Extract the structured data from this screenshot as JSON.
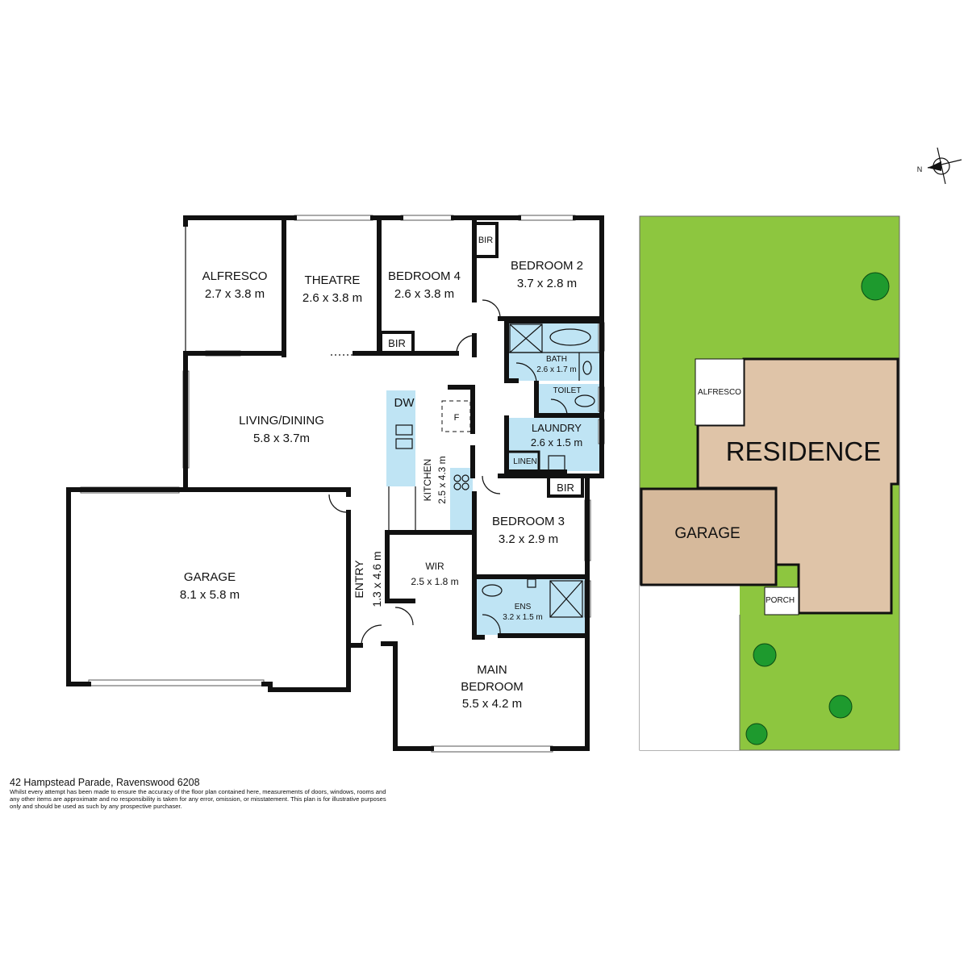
{
  "compass": {
    "label": "N"
  },
  "rooms": {
    "alfresco": {
      "name": "ALFRESCO",
      "size": "2.7 x 3.8 m"
    },
    "theatre": {
      "name": "THEATRE",
      "size": "2.6 x 3.8 m"
    },
    "bedroom4": {
      "name": "BEDROOM 4",
      "size": "2.6 x 3.8 m"
    },
    "bedroom2": {
      "name": "BEDROOM 2",
      "size": "3.7 x 2.8 m"
    },
    "bath": {
      "name": "BATH",
      "size": "2.6 x 1.7 m"
    },
    "toilet": {
      "name": "TOILET"
    },
    "laundry": {
      "name": "LAUNDRY",
      "size": "2.6 x 1.5 m"
    },
    "linen": {
      "name": "LINEN"
    },
    "living": {
      "name": "LIVING/DINING",
      "size": "5.8 x 3.7m"
    },
    "kitchen": {
      "name": "KITCHEN",
      "size": "2.5 x 4.3 m"
    },
    "dw": {
      "name": "DW"
    },
    "fridge": {
      "name": "F"
    },
    "garage": {
      "name": "GARAGE",
      "size": "8.1 x 5.8 m"
    },
    "entry": {
      "name": "ENTRY",
      "size": "1.3 x 4.6 m"
    },
    "wir": {
      "name": "WIR",
      "size": "2.5 x 1.8 m"
    },
    "bedroom3": {
      "name": "BEDROOM 3",
      "size": "3.2 x 2.9 m"
    },
    "ens": {
      "name": "ENS",
      "size": "3.2 x 1.5 m"
    },
    "main": {
      "name1": "MAIN",
      "name2": "BEDROOM",
      "size": "5.5 x 4.2 m"
    },
    "bir": "BIR"
  },
  "site": {
    "alfresco": "ALFRESCO",
    "residence": "RESIDENCE",
    "garage": "GARAGE",
    "porch": "PORCH"
  },
  "colors": {
    "wet": "#bfe4f4",
    "lawn": "#8dc63f",
    "residence": "#dfc4a8",
    "garage": "#d6b99b"
  },
  "footer": {
    "address": "42 Hampstead Parade, Ravenswood 6208",
    "disclaimer": "Whilst every attempt has been made to ensure the accuracy of the floor plan contained here, measurements of doors, windows, rooms and any other items are approximate and no responsibility is taken for any error, omission, or misstatement. This plan is for illustrative purposes only and should be used as such by any prospective purchaser."
  }
}
